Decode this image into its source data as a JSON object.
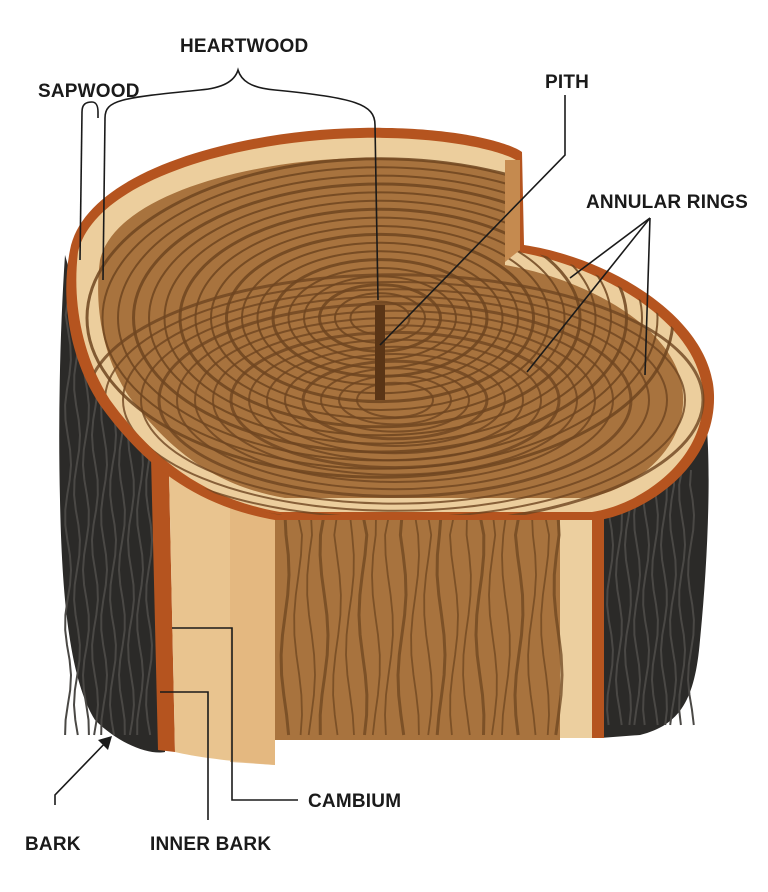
{
  "labels": {
    "heartwood": "HEARTWOOD",
    "sapwood": "SAPWOOD",
    "pith": "PITH",
    "annular_rings": "ANNULAR RINGS",
    "cambium": "CAMBIUM",
    "bark": "BARK",
    "inner_bark": "INNER BARK"
  },
  "colors": {
    "bark": "#2b2a28",
    "bark_texture": "#4a4845",
    "inner_bark": "#b5541f",
    "sapwood": "#e9c48f",
    "heartwood": "#a8733e",
    "heartwood_face": "#9c6a38",
    "ring_line": "#6e4520",
    "cut_light": "#e0a66a",
    "leader": "#1a1a1a"
  }
}
